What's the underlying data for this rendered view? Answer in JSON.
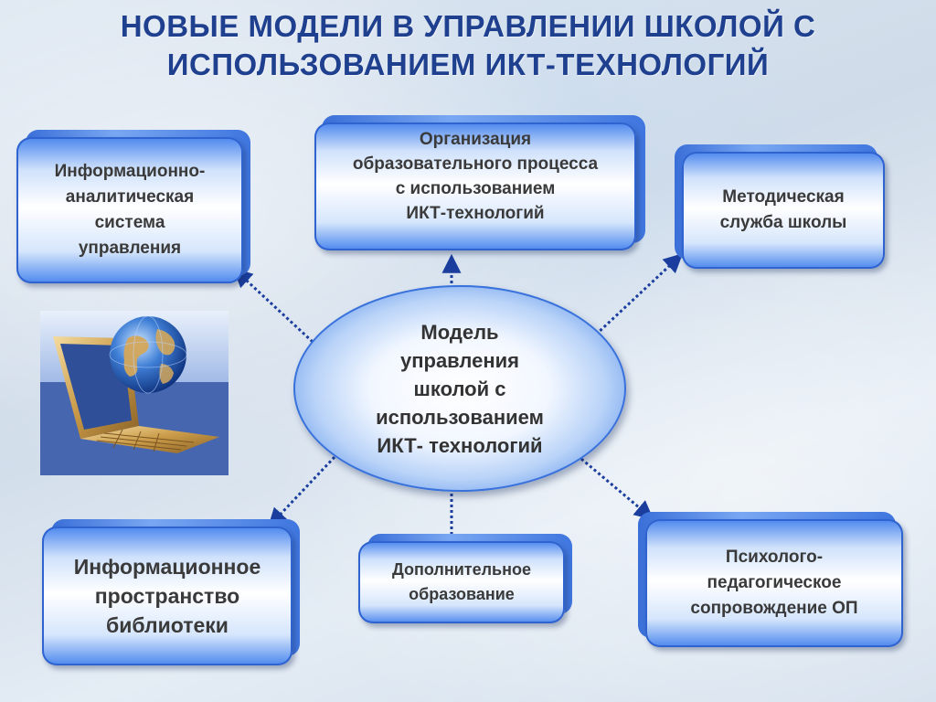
{
  "title": {
    "line1": "НОВЫЕ МОДЕЛИ В УПРАВЛЕНИИ ШКОЛОЙ С",
    "line2": "ИСПОЛЬЗОВАНИЕМ ИКТ-ТЕХНОЛОГИЙ"
  },
  "center": {
    "lines": [
      "Модель",
      "управления",
      "школой с",
      "использованием",
      "ИКТ- технологий"
    ]
  },
  "nodes": {
    "info_analytic": [
      "Информационно-",
      "аналитическая",
      "система",
      "управления"
    ],
    "organization": [
      "Организация",
      "образовательного процесса",
      "с использованием",
      "ИКТ-технологий"
    ],
    "methodical": [
      "Методическая",
      "служба школы"
    ],
    "library": [
      "Информационное",
      "пространство",
      "библиотеки"
    ],
    "additional": [
      "Дополнительное",
      "образование"
    ],
    "psychology": [
      "Психолого-",
      "педагогическое",
      "сопровождение ОП"
    ]
  },
  "colors": {
    "title": "#1f3f8f",
    "box_border": "#2f63cf",
    "arrow": "#1b3e9e"
  }
}
